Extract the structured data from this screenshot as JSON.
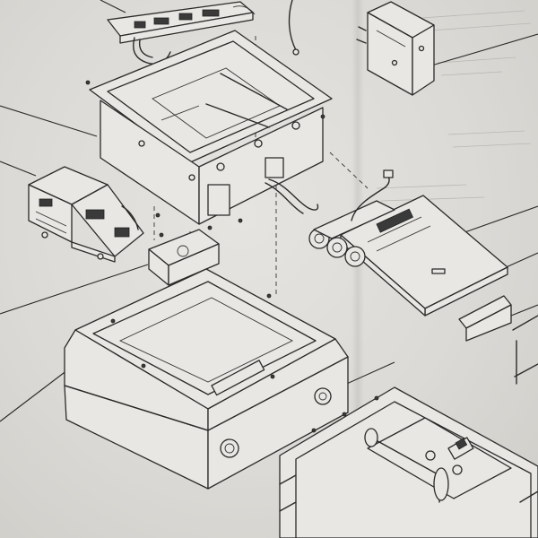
{
  "figure": {
    "kind": "exploded-assembly-drawing",
    "components": [
      "connector-circuit-board",
      "top-chassis-frame",
      "side-electronics-box",
      "left-circuit-module",
      "small-bracket-plate",
      "battery-and-pcb-assembly",
      "lower-housing-case",
      "open-housing-case",
      "side-bracket"
    ]
  }
}
